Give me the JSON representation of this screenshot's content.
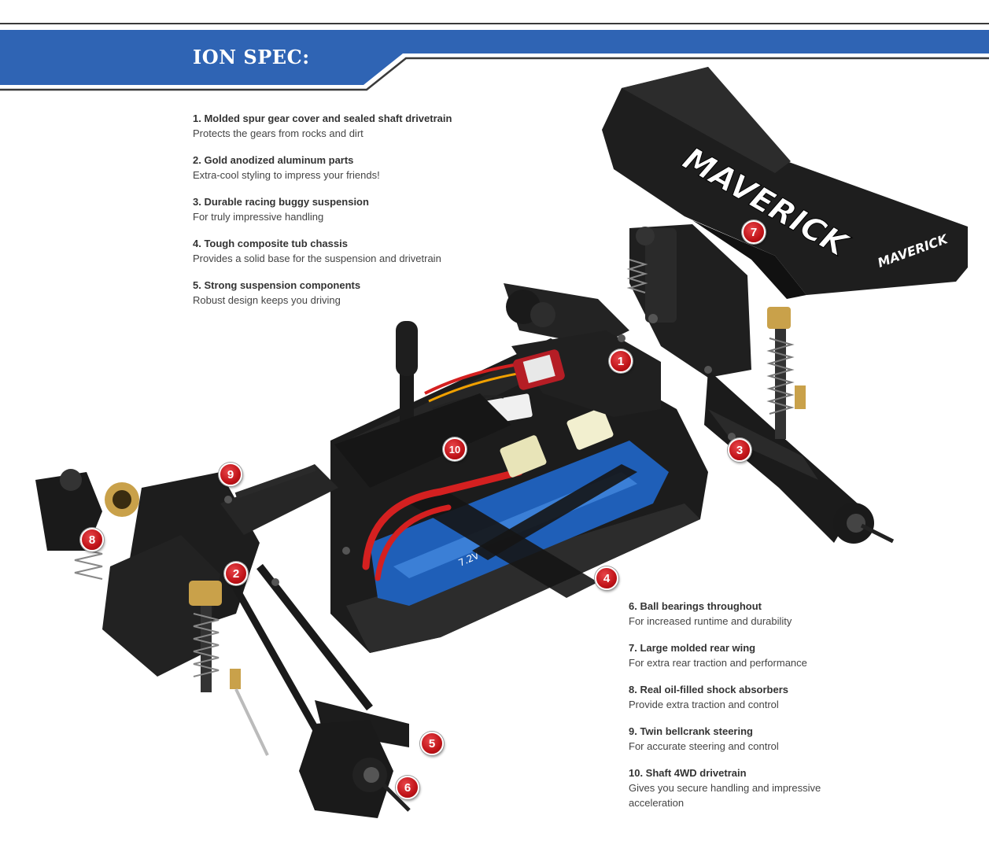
{
  "header": {
    "title": "ION SPEC:"
  },
  "specs_left": [
    {
      "title": "1. Molded spur gear cover and sealed shaft drivetrain",
      "desc": "Protects the gears from rocks and dirt"
    },
    {
      "title": "2. Gold anodized aluminum parts",
      "desc": "Extra-cool styling to impress your friends!"
    },
    {
      "title": "3. Durable racing buggy suspension",
      "desc": "For truly impressive handling"
    },
    {
      "title": "4. Tough composite tub chassis",
      "desc": "Provides a solid base for the suspension and drivetrain"
    },
    {
      "title": "5. Strong suspension components",
      "desc": "Robust design keeps you driving"
    }
  ],
  "specs_right": [
    {
      "title": "6. Ball bearings throughout",
      "desc": "For increased runtime and durability"
    },
    {
      "title": "7. Large molded rear wing",
      "desc": "For extra rear traction and performance"
    },
    {
      "title": "8. Real oil-filled shock absorbers",
      "desc": "Provide extra traction and control"
    },
    {
      "title": "9. Twin bellcrank steering",
      "desc": "For accurate steering and control"
    },
    {
      "title": "10. Shaft 4WD drivetrain",
      "desc": "Gives you secure handling and impressive acceleration"
    }
  ],
  "image": {
    "wing_logo_text": "MAVERICK",
    "wing_logo_small": "MAVERICK",
    "battery_label": "7.2V",
    "callouts": [
      "1",
      "2",
      "3",
      "4",
      "5",
      "6",
      "7",
      "8",
      "9",
      "10"
    ]
  },
  "colors": {
    "header_blue": "#2f64b4",
    "header_border": "#3a3a3a",
    "callout_red": "#c01318",
    "chassis_black": "#1c1c1c",
    "battery_blue": "#1f5fb8",
    "wire_red": "#d42020",
    "gold": "#c9a14a"
  }
}
